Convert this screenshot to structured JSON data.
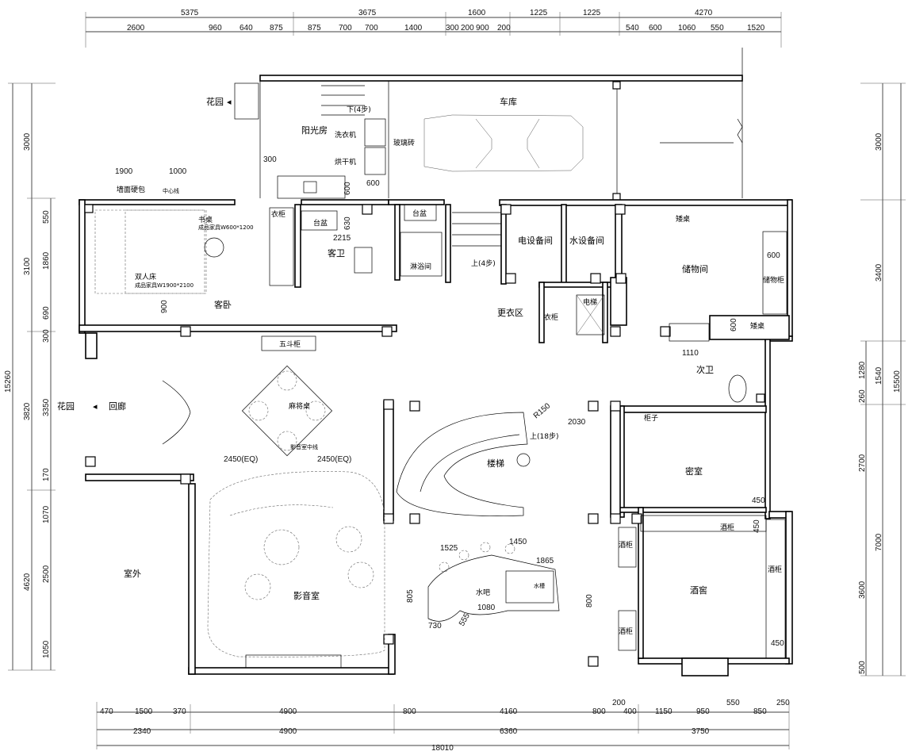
{
  "dimensions": {
    "top_row1": [
      "5375",
      "3675",
      "1600",
      "1225",
      "1225",
      "4270"
    ],
    "top_row2": [
      "2600",
      "960",
      "640",
      "875",
      "875",
      "700",
      "700",
      "1400",
      "300",
      "200",
      "900",
      "200",
      "540",
      "600",
      "1060",
      "550",
      "1520"
    ],
    "bottom_row1": [
      "470",
      "1500",
      "370",
      "4900",
      "800",
      "4160",
      "800",
      "200",
      "400",
      "1150",
      "950",
      "550",
      "850",
      "250"
    ],
    "bottom_row2": [
      "2340",
      "4900",
      "6360",
      "3750"
    ],
    "bottom_total": "18010",
    "left_outer": "15260",
    "left_mid": [
      "3000",
      "3100",
      "3820",
      "4620"
    ],
    "left_inner": [
      "550",
      "1860",
      "690",
      "300",
      "3350",
      "170",
      "1070",
      "2500",
      "1050"
    ],
    "right_outer": "15500",
    "right_mid": [
      "3000",
      "3400",
      "1540",
      "7000"
    ],
    "right_inner": [
      "1280",
      "260",
      "2700",
      "3600",
      "500"
    ],
    "interior": {
      "d1900": "1900",
      "d1000": "1000",
      "d300": "300",
      "d600_sun": "600",
      "d600_sun2": "600",
      "d630": "630",
      "d2215": "2215",
      "d900": "900",
      "d2030": "2030",
      "r150": "R150",
      "d1110": "1110",
      "d600_store": "600",
      "d600_bath": "600",
      "d450_a": "450",
      "d450_b": "450",
      "d450_c": "450",
      "eq_left": "2450(EQ)",
      "eq_right": "2450(EQ)",
      "d1525": "1525",
      "d1450": "1450",
      "d1865": "1865",
      "d805": "805",
      "d800": "800",
      "d730": "730",
      "d555": "555",
      "d1080": "1080"
    }
  },
  "rooms": {
    "garage": "车库",
    "sunroom": "阳光房",
    "washer": "洗衣机",
    "dryer": "烘干机",
    "glass_brick": "玻璃砖",
    "down_steps": "下(4步)",
    "garden_top": "花园",
    "wall_panel": "墙面硬包",
    "centerline": "中心线",
    "desk": "书桌",
    "desk_note": "成品家具W600*1200",
    "double_bed": "双人床",
    "bed_note": "成品家具W1900*2100",
    "guest_bedroom": "客卧",
    "wardrobe": "衣柜",
    "basin1": "台盆",
    "basin2": "台盆",
    "guest_bath": "客卫",
    "shower": "淋浴间",
    "up_steps": "上(4步)",
    "elec_room": "电设备间",
    "water_room": "水设备间",
    "short_table1": "矮桌",
    "storage": "储物间",
    "storage_cabinet": "储物柜",
    "changing": "更衣区",
    "wardrobe2": "衣柜",
    "elevator": "电梯",
    "short_table2": "矮桌",
    "second_bath": "次卫",
    "chest": "五斗柜",
    "garden_left": "花园",
    "corridor": "回廊",
    "mahjong": "麻将桌",
    "theater_centerline": "影音室中线",
    "stairs_up": "上(18步)",
    "stairs": "楼梯",
    "cabinet": "柜子",
    "secret_room": "密室",
    "wine_cab1": "酒柜",
    "wine_cab2": "酒柜",
    "wine_cab3": "酒柜",
    "wine_cab4": "酒柜",
    "wine_cellar": "酒窖",
    "outdoor": "室外",
    "theater": "影音室",
    "bar": "水吧",
    "sink": "水槽"
  }
}
